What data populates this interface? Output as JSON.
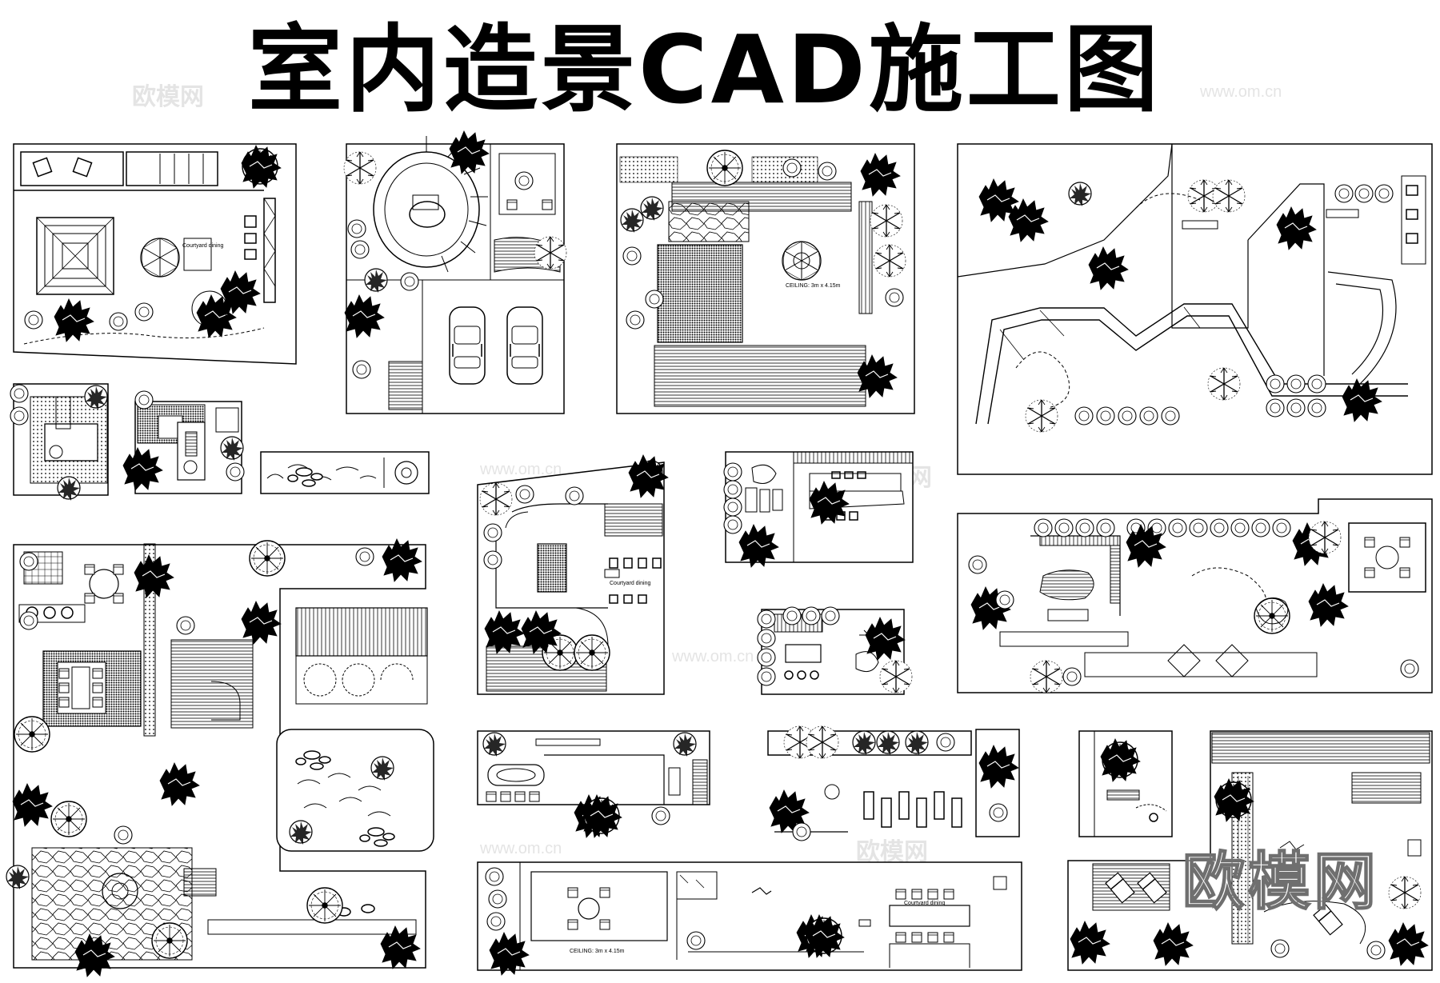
{
  "title": "室内造景CAD施工图",
  "watermark": {
    "cn": "欧模网",
    "url": "www.om.cn"
  },
  "plan_labels": {
    "courtyard_dining": "Courtyard dining",
    "ceiling": "CEILING: 3m x 4.15m"
  }
}
